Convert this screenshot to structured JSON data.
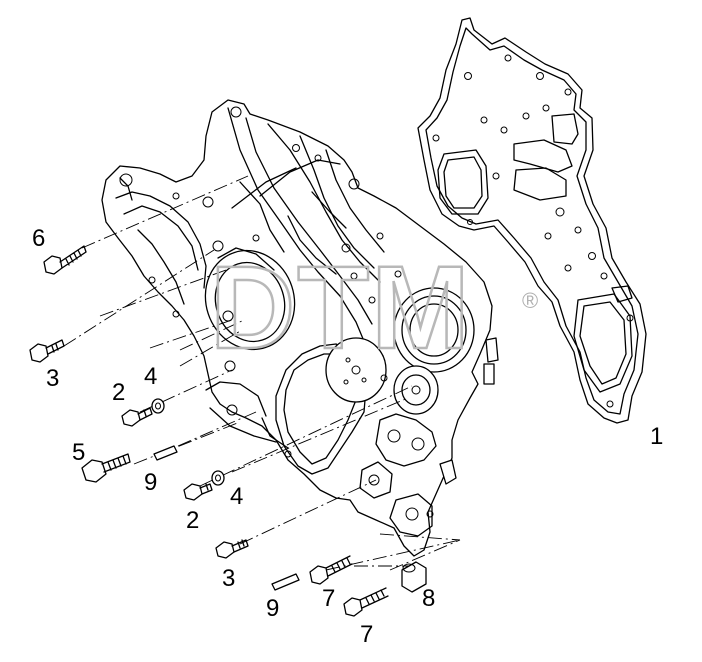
{
  "watermark": {
    "text": "DTM",
    "registered_mark": "®"
  },
  "labels": {
    "l1": "1",
    "l2a": "2",
    "l2b": "2",
    "l3a": "3",
    "l3b": "3",
    "l4a": "4",
    "l4b": "4",
    "l5": "5",
    "l6": "6",
    "l7a": "7",
    "l7b": "7",
    "l8": "8",
    "l9a": "9",
    "l9b": "9"
  }
}
